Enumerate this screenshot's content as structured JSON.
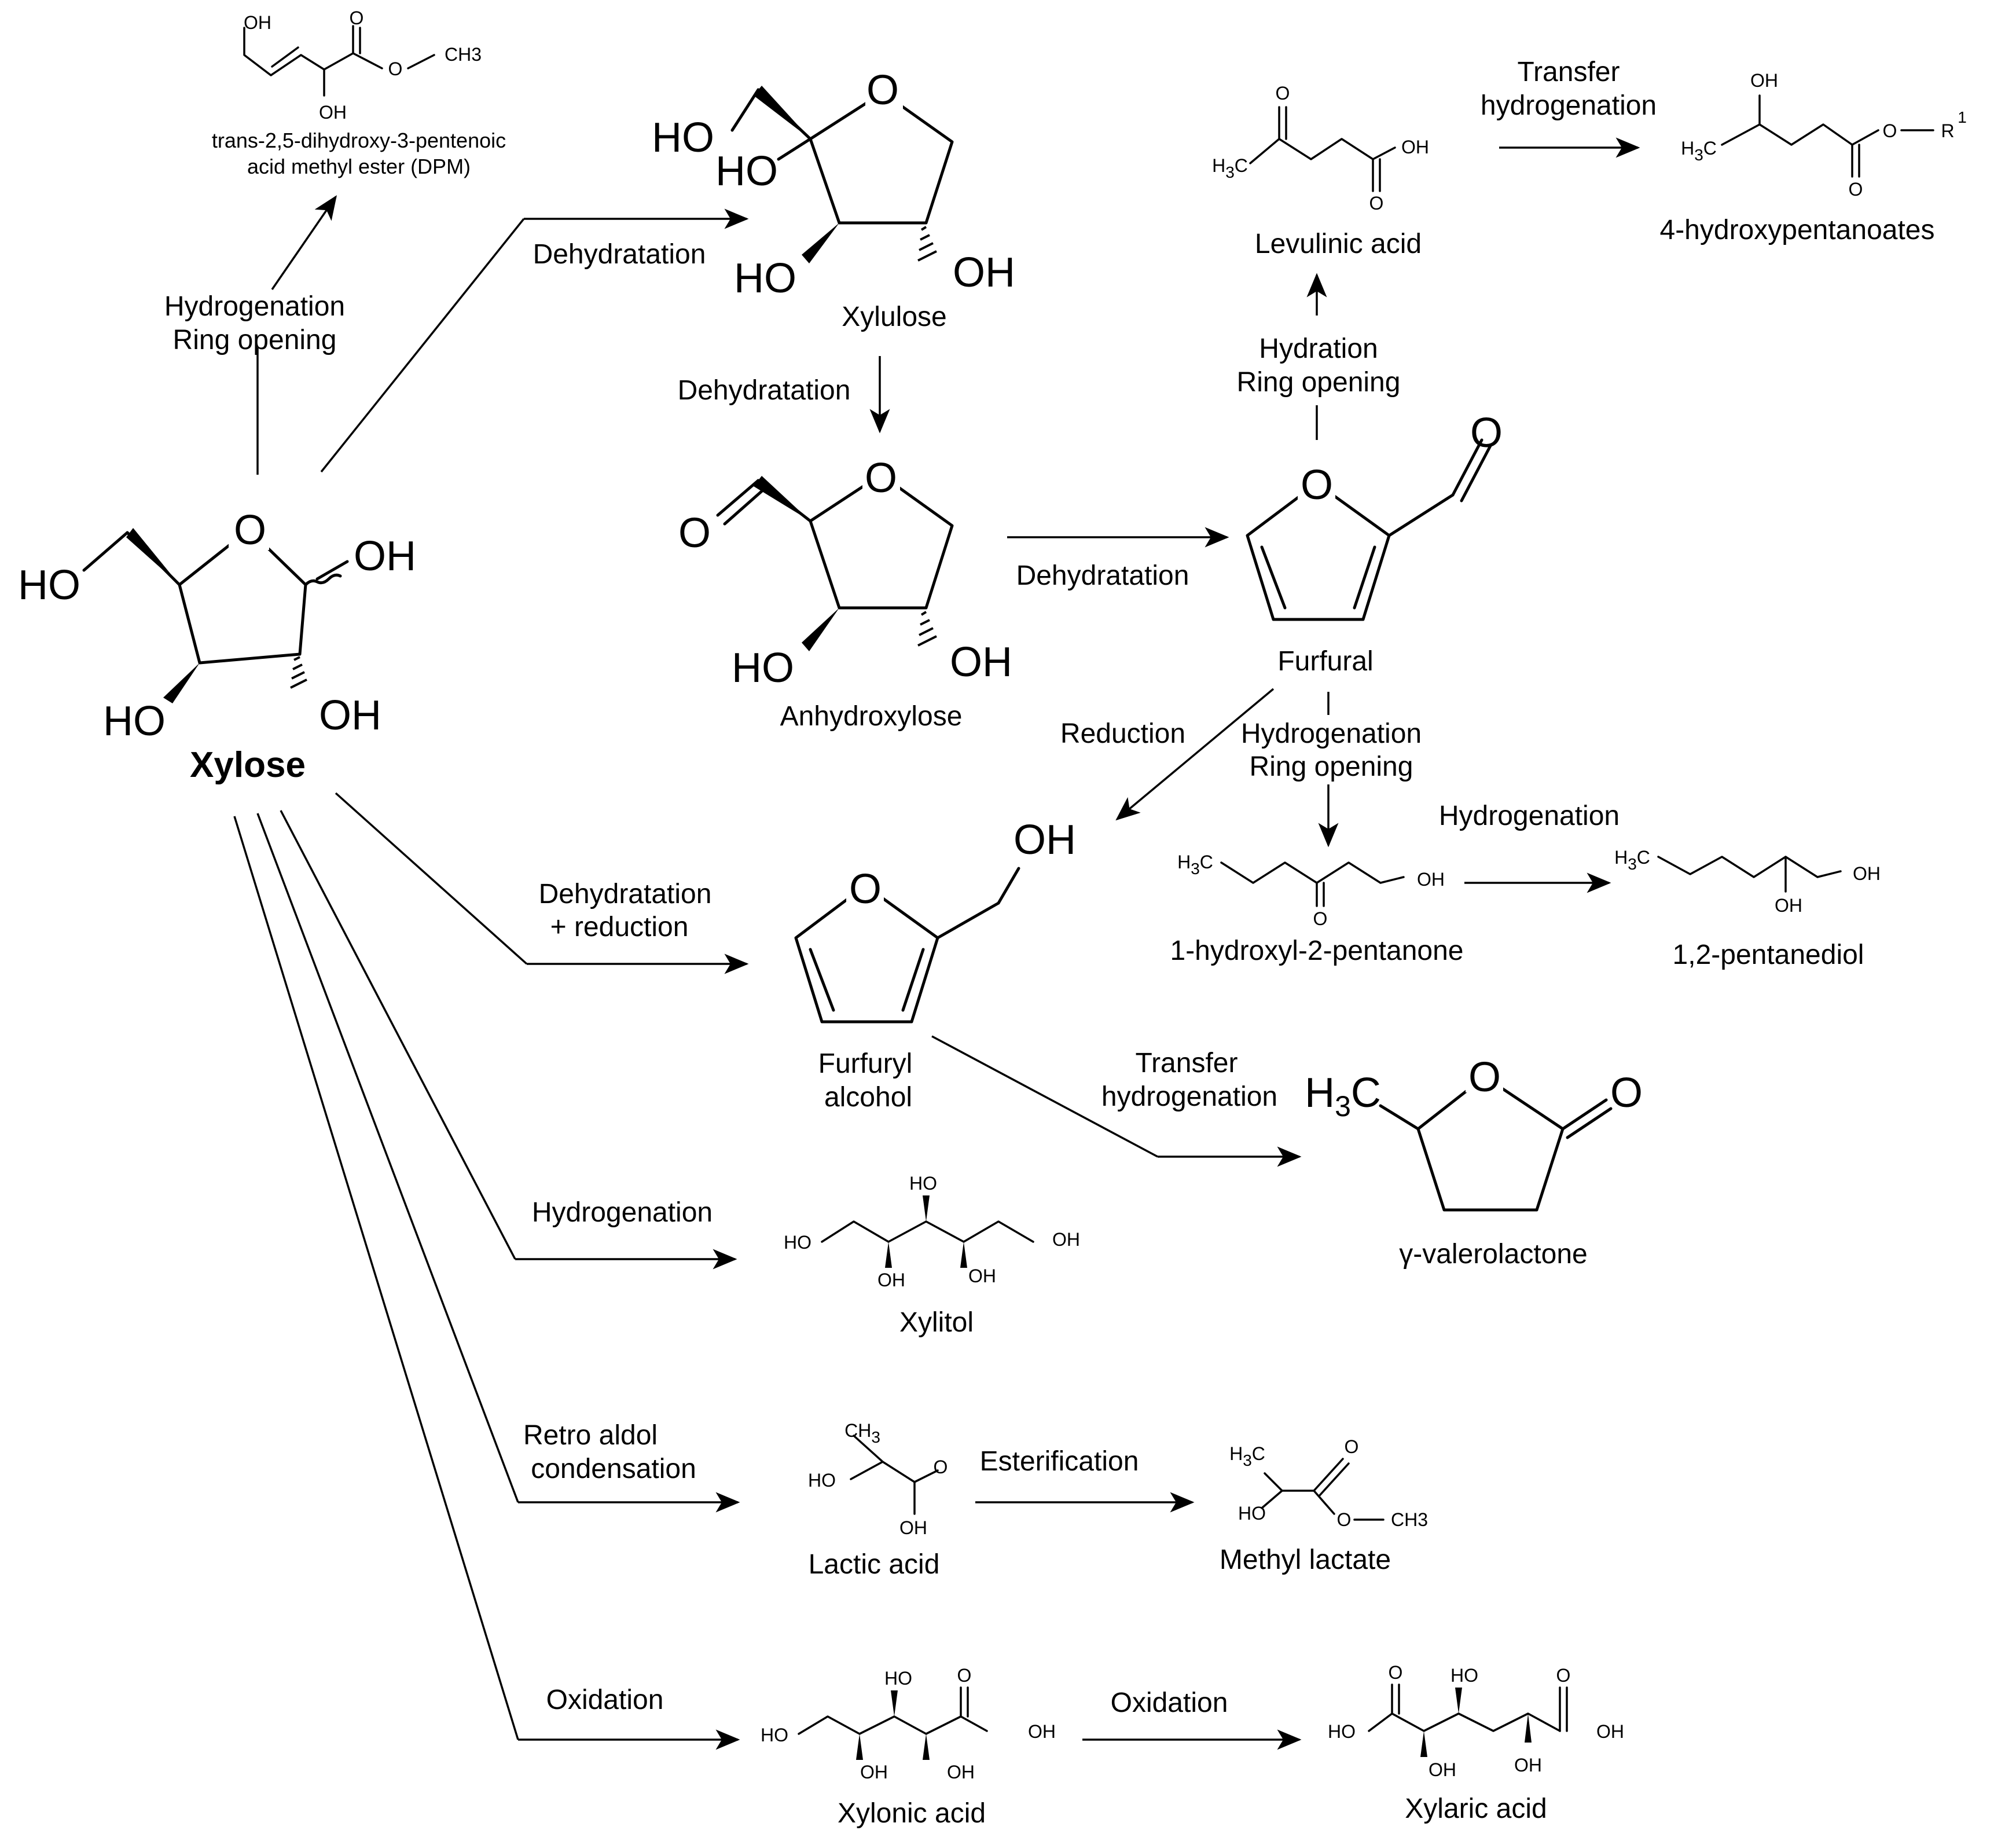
{
  "colors": {
    "start_label": "#1a1aff",
    "ink": "#000000",
    "background": "#ffffff"
  },
  "start": {
    "name": "Xylose"
  },
  "atoms": {
    "O": "O",
    "OH": "OH",
    "HO": "HO",
    "R1": "R",
    "R1_sup": "1",
    "H3C": "H3C",
    "CH3": "CH3"
  },
  "compounds": {
    "dpm_line1": "trans-2,5-dihydroxy-3-pentenoic",
    "dpm_line2": "acid methyl ester (DPM)",
    "xylulose": "Xylulose",
    "anhydroxylose": "Anhydroxylose",
    "furfural": "Furfural",
    "levulinic_acid": "Levulinic acid",
    "hydroxypentanoates": "4-hydroxypentanoates",
    "furfuryl_alcohol_line1": "Furfuryl",
    "furfuryl_alcohol_line2": "alcohol",
    "hydroxyl_pentanone": "1-hydroxyl-2-pentanone",
    "pentanediol": "1,2-pentanediol",
    "gvl": "γ-valerolactone",
    "xylitol": "Xylitol",
    "lactic_acid": "Lactic acid",
    "methyl_lactate": "Methyl lactate",
    "xylonic_acid": "Xylonic acid",
    "xylaric_acid": "Xylaric acid"
  },
  "reactions": {
    "hydrog_ring_1": "Hydrogenation",
    "hydrog_ring_2": "Ring opening",
    "dehyd_xylulose": "Dehydratation",
    "dehyd_anhydro": "Dehydratation",
    "dehyd_furfural": "Dehydratation",
    "hydration_1": "Hydration",
    "hydration_2": "Ring opening",
    "transfer_top_1": "Transfer",
    "transfer_top_2": "hydrogenation",
    "reduction": "Reduction",
    "furfural_hydrog_1": "Hydrogenation",
    "furfural_hydrog_2": "Ring opening",
    "pentanone_hydrog": "Hydrogenation",
    "dehyd_red_1": "Dehydratation",
    "dehyd_red_2": "+ reduction",
    "transfer_gvl_1": "Transfer",
    "transfer_gvl_2": "hydrogenation",
    "hydrog_xylitol": "Hydrogenation",
    "retro_1": "Retro aldol",
    "retro_2": "condensation",
    "esterification": "Esterification",
    "oxidation_1": "Oxidation",
    "oxidation_2": "Oxidation"
  }
}
